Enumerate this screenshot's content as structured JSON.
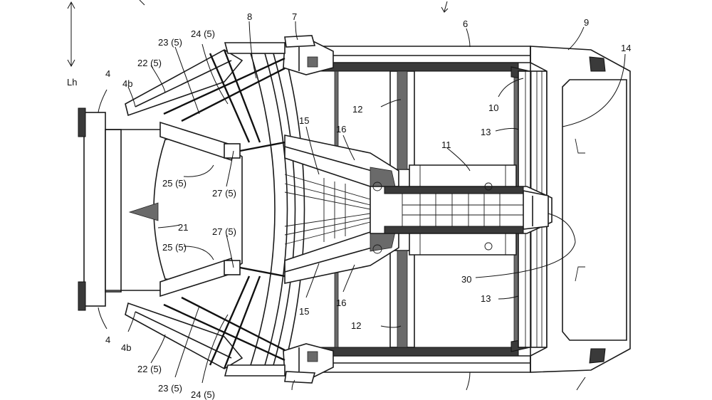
{
  "labels": {
    "lh": "Lh",
    "n4_top": "4",
    "n4b_top": "4b",
    "n22_top": "22 (5)",
    "n23_top": "23 (5)",
    "n24_top": "24 (5)",
    "n8": "8",
    "n7": "7",
    "n6": "6",
    "n9": "9",
    "n14": "14",
    "n10": "10",
    "n12_top": "12",
    "n13_top": "13",
    "n15_top": "15",
    "n16_top": "16",
    "n11": "11",
    "n25_top": "25 (5)",
    "n27_top": "27 (5)",
    "n21": "21",
    "n27_bot": "27 (5)",
    "n25_bot": "25 (5)",
    "n30": "30",
    "n13_bot": "13",
    "n16_bot": "16",
    "n15_bot": "15",
    "n12_bot": "12",
    "n4_bot": "4",
    "n4b_bot": "4b",
    "n22_bot": "22 (5)",
    "n23_bot": "23 (5)",
    "n24_bot": "24 (5)"
  }
}
